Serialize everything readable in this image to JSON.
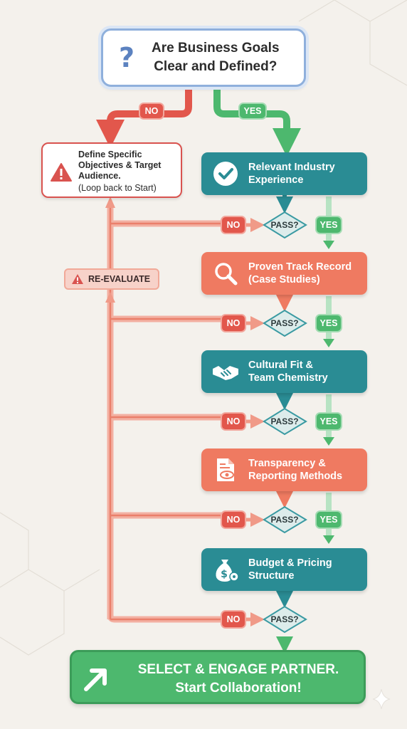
{
  "start": {
    "question_mark": "?",
    "line1": "Are Business Goals",
    "line2": "Clear and Defined?"
  },
  "branches": {
    "no": "NO",
    "yes": "YES"
  },
  "fail_box": {
    "title": "Define Specific Objectives & Target Audience.",
    "note": "(Loop back to Start)"
  },
  "reevaluate": "RE-EVALUATE",
  "steps": [
    {
      "line1": "Relevant Industry",
      "line2": "Experience",
      "icon": "check-circle-icon",
      "color": "#2a8c94"
    },
    {
      "line1": "Proven Track Record",
      "line2": "(Case Studies)",
      "icon": "magnifier-icon",
      "color": "#ef7a61"
    },
    {
      "line1": "Cultural Fit &",
      "line2": "Team Chemistry",
      "icon": "handshake-icon",
      "color": "#2a8c94"
    },
    {
      "line1": "Transparency &",
      "line2": "Reporting Methods",
      "icon": "document-eye-icon",
      "color": "#ef7a61"
    },
    {
      "line1": "Budget & Pricing",
      "line2": "Structure",
      "icon": "money-bag-gear-icon",
      "color": "#2a8c94"
    }
  ],
  "decision": {
    "label": "PASS?",
    "no": "NO",
    "yes": "YES"
  },
  "final": {
    "line1": "SELECT & ENGAGE PARTNER.",
    "line2": "Start Collaboration!",
    "icon": "arrow-up-right-icon"
  },
  "colors": {
    "teal": "#2a8c94",
    "coral": "#ef7a61",
    "green": "#4db86e",
    "red": "#d9534f",
    "blue": "#8fb0dc"
  }
}
